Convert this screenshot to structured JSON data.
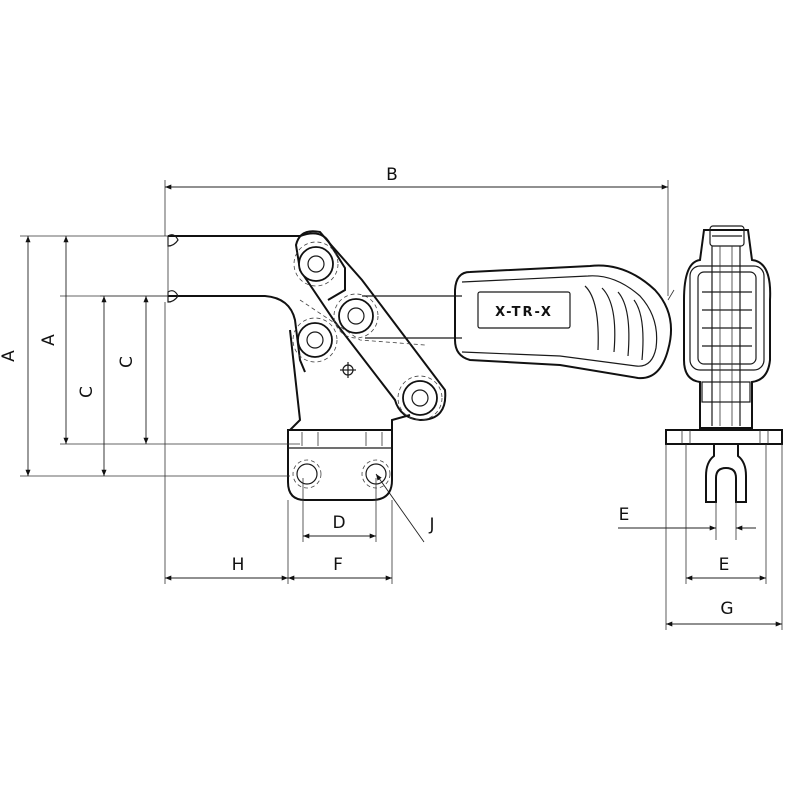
{
  "dimensions": {
    "A_outer": "A",
    "A_inner": "A",
    "B": "B",
    "C_outer": "C",
    "C_inner": "C",
    "D": "D",
    "E_top": "E",
    "E_bottom": "E",
    "F": "F",
    "G": "G",
    "H": "H",
    "J": "J"
  },
  "handle_logo": "X-TR-X",
  "colors": {
    "line": "#111111",
    "background": "#ffffff"
  }
}
